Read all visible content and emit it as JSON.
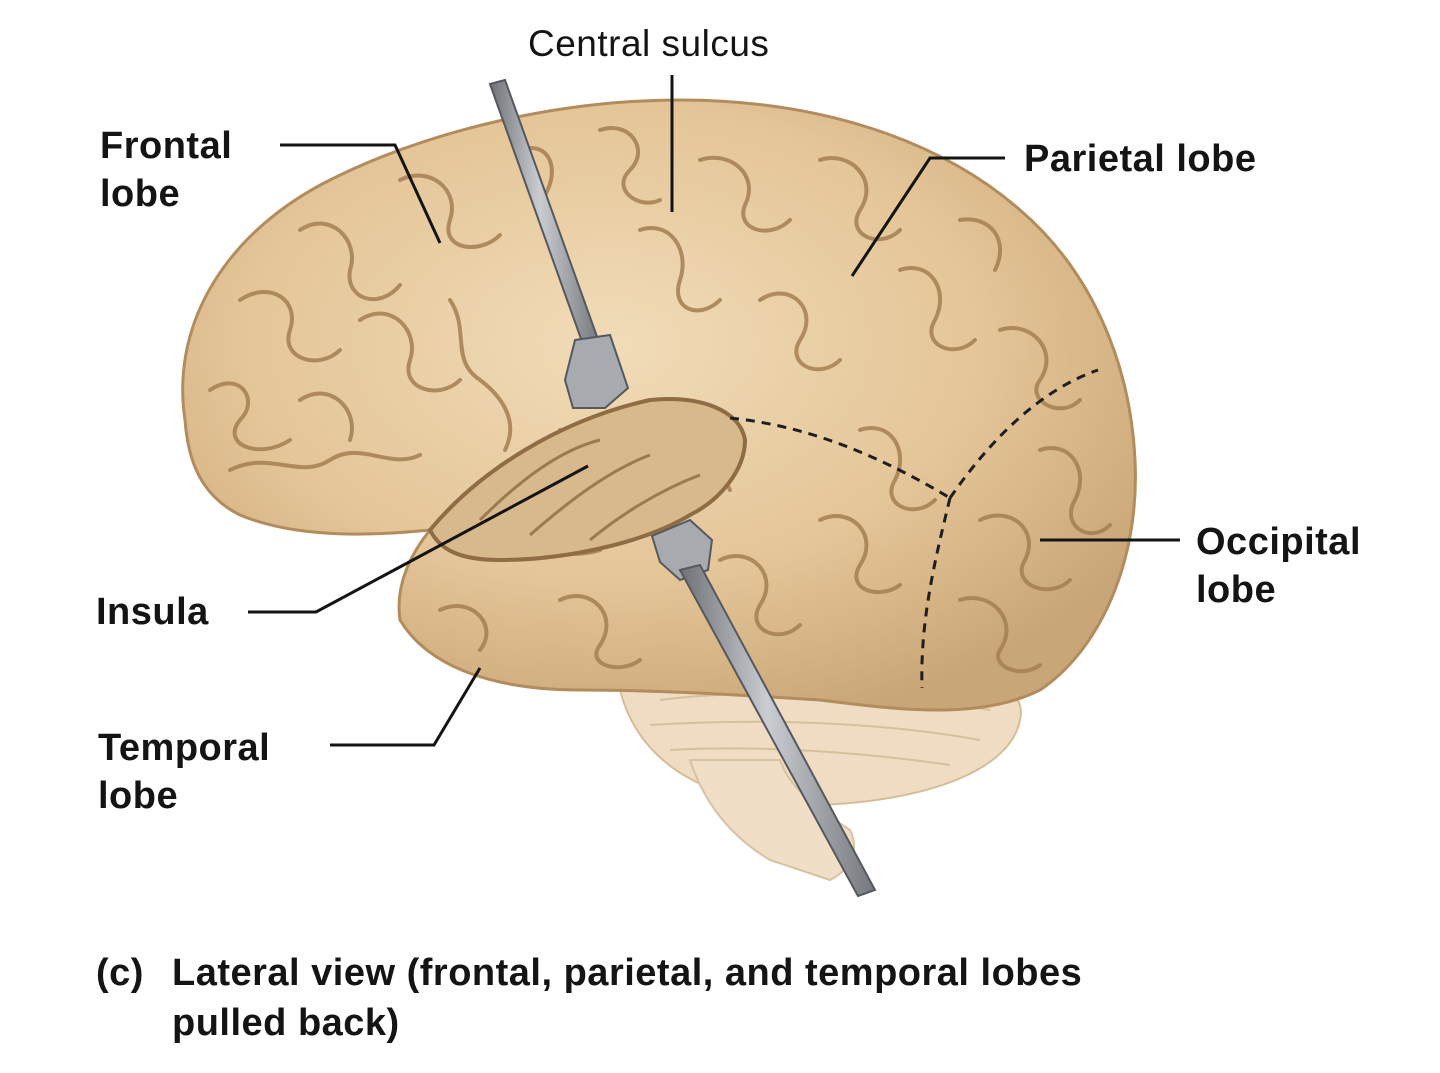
{
  "labels": {
    "central_sulcus": "Central sulcus",
    "frontal_lobe": "Frontal\nlobe",
    "parietal_lobe": "Parietal lobe",
    "occipital_lobe": "Occipital\nlobe",
    "insula": "Insula",
    "temporal_lobe": "Temporal\nlobe"
  },
  "caption": {
    "letter": "(c)",
    "line1": "Lateral view (frontal, parietal, and temporal lobes",
    "line2": "pulled back)"
  },
  "colors": {
    "cortex": "#e6c99e",
    "cortex_shadow": "#b08a5c",
    "sulcus": "#9a774c",
    "cerebellum": "#efdcc2",
    "retractor": "#9a9ea3",
    "leader_line": "#141414"
  }
}
